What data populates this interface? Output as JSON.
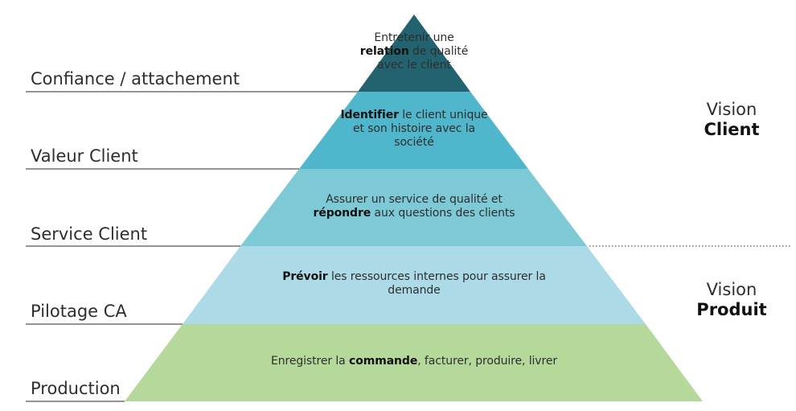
{
  "colors": {
    "tier1": "#23636f",
    "tier2": "#4fb6cb",
    "tier3": "#7ec9d6",
    "tier4": "#acdbe7",
    "tier5": "#b5d99b",
    "line": "#2b2b2b"
  },
  "levels": [
    {
      "label": "Confiance / attachement",
      "text": [
        {
          "t": "Entretenir une"
        },
        {
          "b": "relation",
          "t": " de qualité"
        },
        {
          "t": "avec le client"
        }
      ]
    },
    {
      "label": "Valeur Client",
      "text": [
        {
          "b": "Identifier",
          "t": " le client unique"
        },
        {
          "t": "et son histoire avec la"
        },
        {
          "t": "société"
        }
      ]
    },
    {
      "label": "Service Client",
      "text": [
        {
          "t": "Assurer un service de qualité et"
        },
        {
          "b": "répondre",
          "t": " aux questions des clients"
        }
      ]
    },
    {
      "label": "Pilotage CA",
      "text": [
        {
          "b": "Prévoir",
          "t": " les ressources internes pour assurer la"
        },
        {
          "t": "demande"
        }
      ]
    },
    {
      "label": "Production",
      "text": [
        {
          "t": "Enregistrer la ",
          "b": "commande",
          "t2": ", facturer, produire, livrer"
        }
      ]
    }
  ],
  "vision_client": {
    "line1": "Vision",
    "line2": "Client"
  },
  "vision_produit": {
    "line1": "Vision",
    "line2": "Produit"
  }
}
